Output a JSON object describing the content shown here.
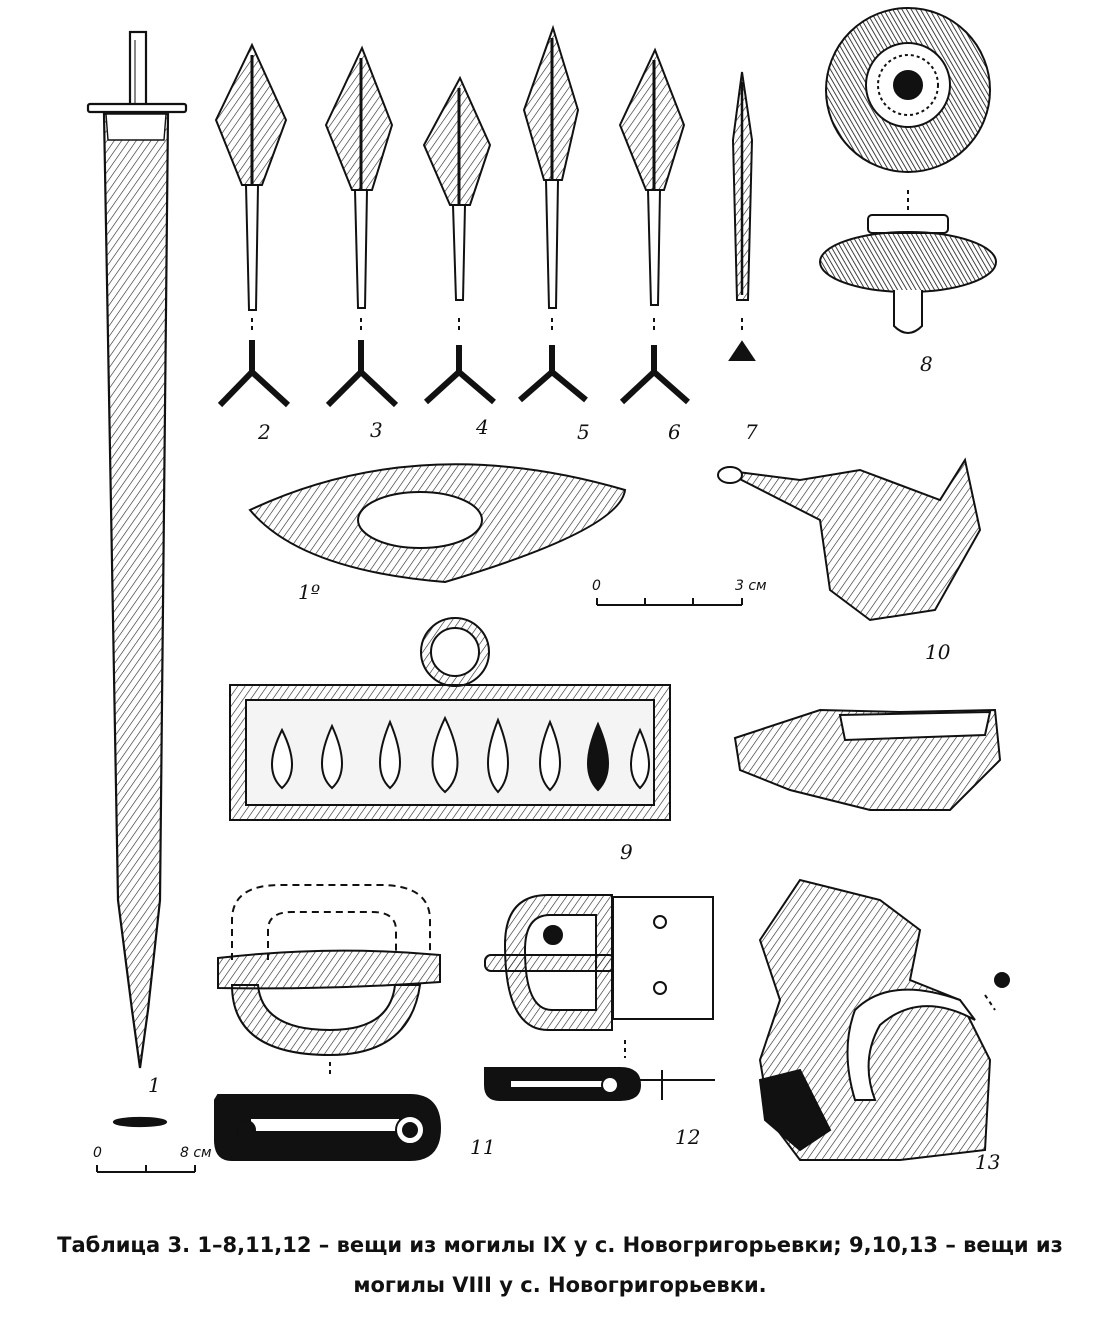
{
  "labels": {
    "n1": "1",
    "n2": "2",
    "n3": "3",
    "n4": "4",
    "n5": "5",
    "n6": "6",
    "n7": "7",
    "n8": "8",
    "n9": "9",
    "n10": "10",
    "n10b": "1º",
    "n11": "11",
    "n12": "12",
    "n13": "13"
  },
  "scales": {
    "small_zero": "0",
    "small_max": "8 см",
    "large_zero": "0",
    "large_max": "3 см"
  },
  "caption": {
    "line1": "Таблица 3. 1–8,11,12 – вещи из могилы IX у с. Новогригорьевки; 9,10,13 – вещи из",
    "line2": "могилы VIII у с. Новогригорьевки."
  }
}
